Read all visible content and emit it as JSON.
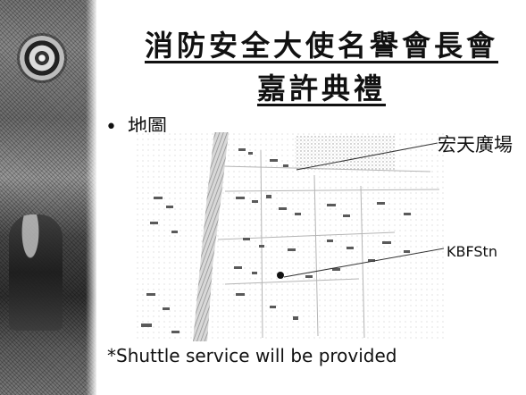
{
  "title": {
    "line1": "消防安全大使名譽會長會",
    "line2": "嘉許典禮"
  },
  "bullet": {
    "symbol": "•",
    "text": "地圖"
  },
  "map": {
    "labels": {
      "plaza": "宏天廣場",
      "station": "KBFStn"
    }
  },
  "note": "*Shuttle service will be provided",
  "icons": {
    "emblem": "fire-services-emblem-icon"
  }
}
